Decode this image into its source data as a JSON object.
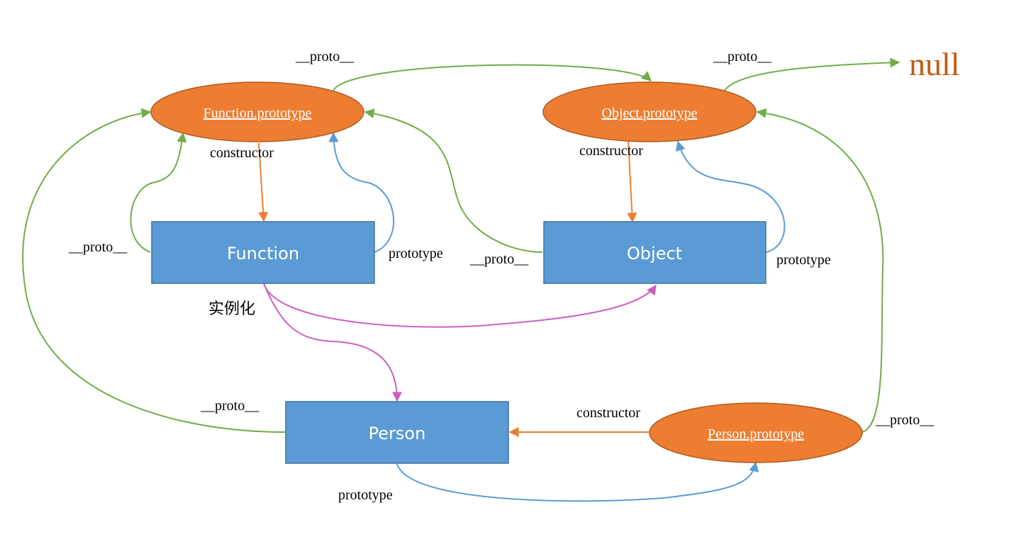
{
  "nodes": {
    "function_prototype": "Function.prototype",
    "object_prototype": "Object.prototype",
    "person_prototype": "Person.prototype",
    "function": "Function",
    "object": "Object",
    "person": "Person",
    "null": "null"
  },
  "labels": {
    "proto": "__proto__",
    "prototype": "prototype",
    "constructor": "constructor",
    "instantiate": "实例化"
  },
  "colors": {
    "box_fill": "#5b9bd5",
    "box_stroke": "#41719c",
    "oval_fill": "#ed7d31",
    "oval_stroke": "#ae5a21",
    "proto_edge": "#70ad47",
    "prototype_edge": "#5b9bd5",
    "constructor_edge": "#ed7d31",
    "instantiate_edge": "#cc5fbf",
    "null_text": "#c55a11"
  }
}
